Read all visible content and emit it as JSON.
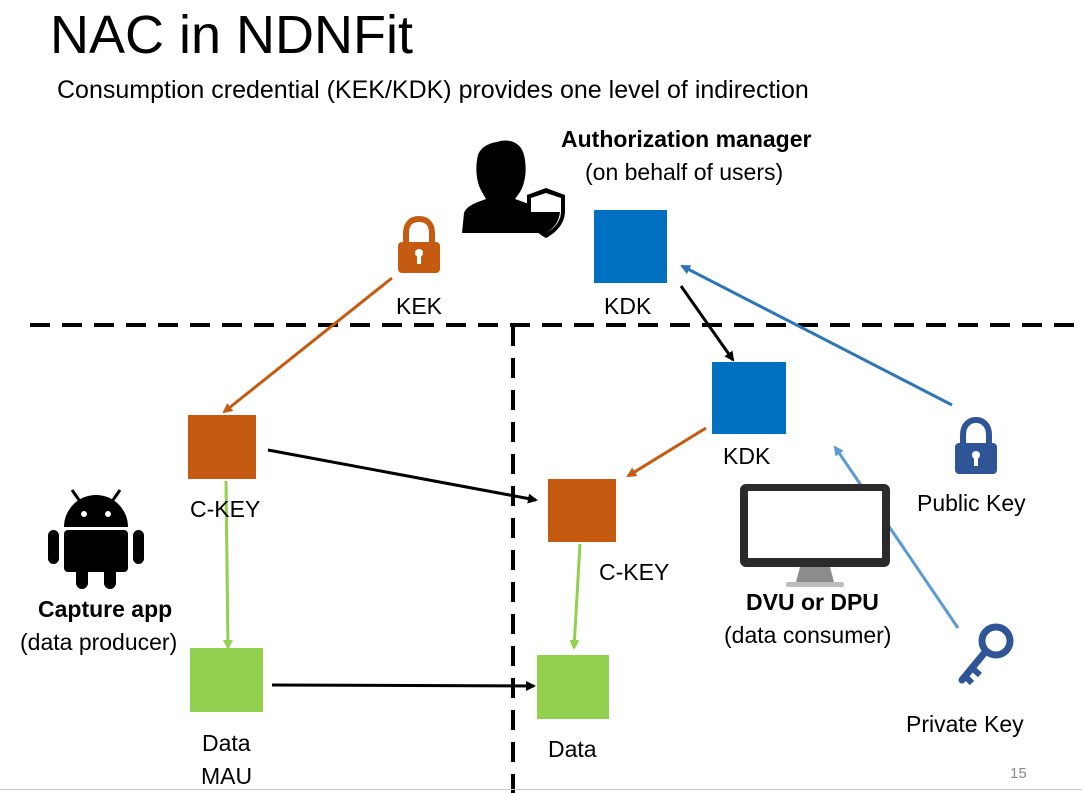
{
  "slide": {
    "title": "NAC in NDNFit",
    "subtitle": "Consumption credential (KEK/KDK) provides one level of indirection",
    "page_number": "15"
  },
  "labels": {
    "auth_manager": "Authorization manager",
    "auth_manager_sub": "(on behalf of users)",
    "kek": "KEK",
    "kdk_top": "KDK",
    "kdk_mid": "KDK",
    "ckey_left": "C-KEY",
    "ckey_right": "C-KEY",
    "data_left_1": "Data",
    "data_left_2": "MAU",
    "data_right": "Data",
    "capture_app": "Capture app",
    "capture_app_sub": "(data producer)",
    "consumer": "DVU or DPU",
    "consumer_sub": "(data consumer)",
    "public_key": "Public Key",
    "private_key": "Private Key"
  },
  "icons": {
    "auth_manager": "user-shield-icon",
    "kek": "padlock-icon",
    "public_key": "padlock-icon",
    "private_key": "key-icon",
    "capture_app": "android-icon",
    "consumer": "monitor-icon"
  },
  "colors": {
    "orange": "#C55A11",
    "blue": "#0070C0",
    "green": "#92D050",
    "arrow_black": "#000000",
    "arrow_blue_dark": "#2E75B6",
    "arrow_blue_light": "#5B9BD5",
    "arrow_green": "#92D050",
    "public_key_icon": "#2F5597"
  }
}
